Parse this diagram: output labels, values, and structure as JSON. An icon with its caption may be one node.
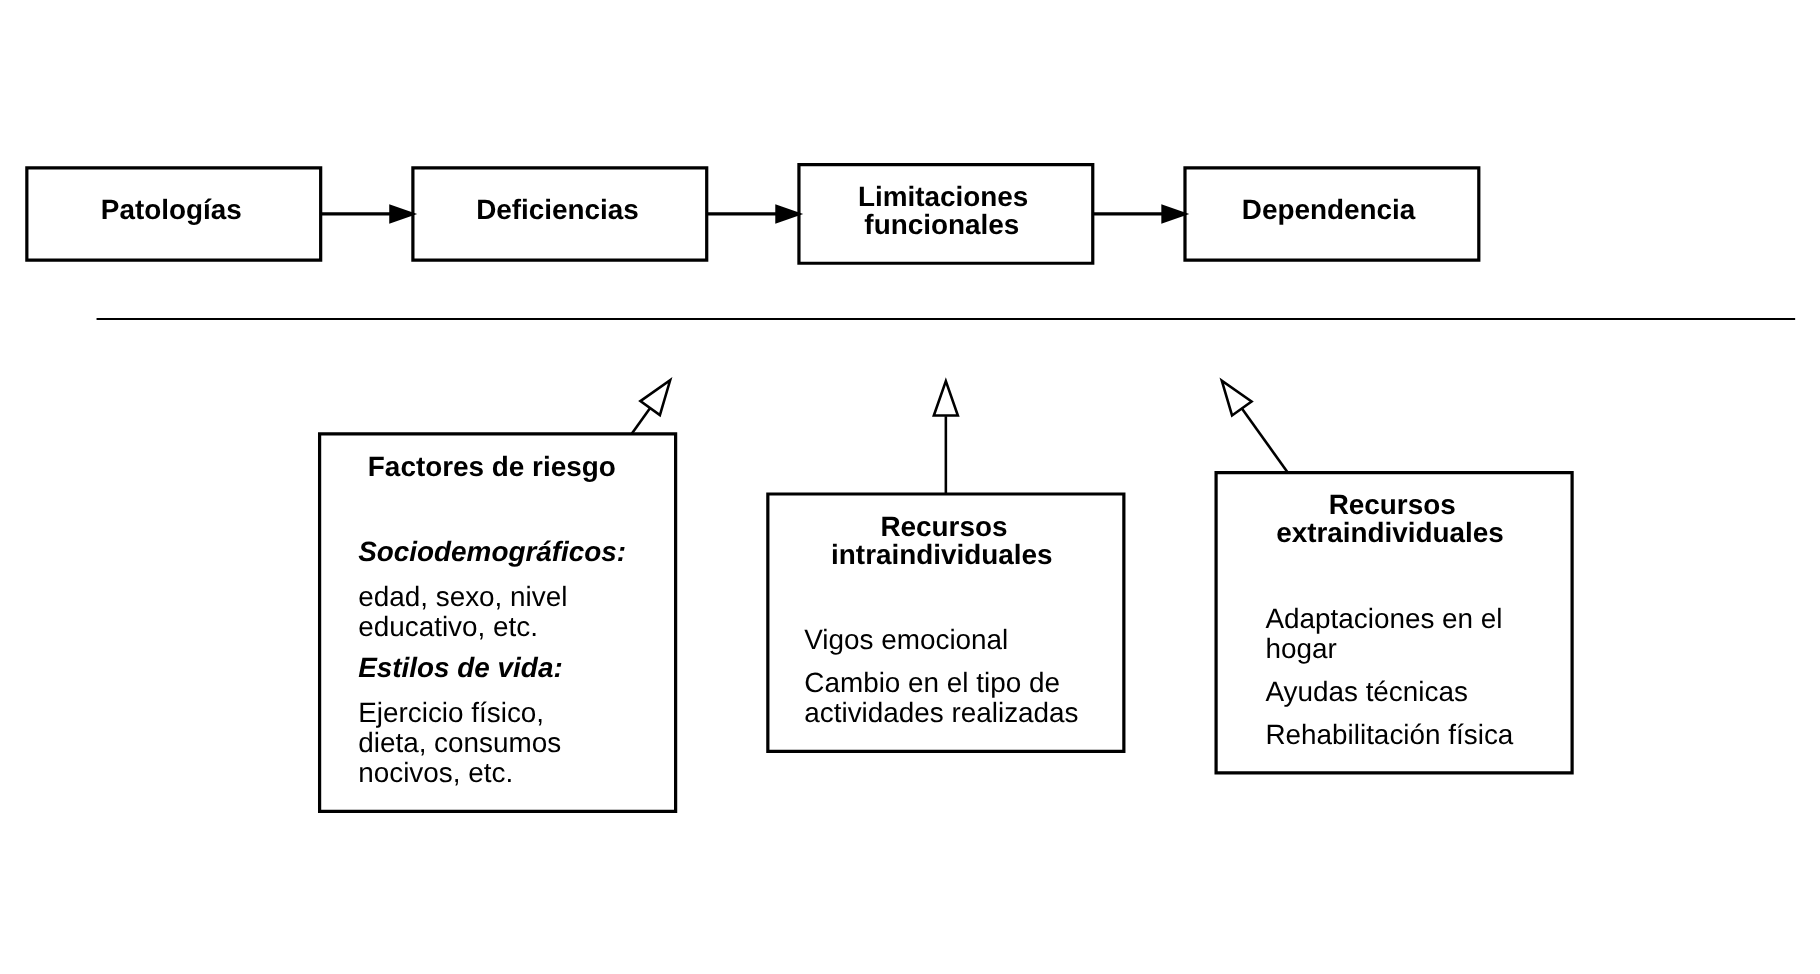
{
  "diagram": {
    "nodes": [
      {
        "text": [
          "Patologías"
        ]
      },
      {
        "text": [
          "Deficiencias"
        ]
      },
      {
        "text": [
          "Limitaciones funcionales"
        ]
      },
      {
        "text": [
          "Dependencia"
        ]
      },
      {
        "text": [
          "Factores de riesgo",
          "Sociodemográficos:",
          "edad, sexo, nivel educativo, etc.",
          "Estilos de vida:",
          "Ejercicio físico, dieta, consumos nocivos, etc."
        ]
      },
      {
        "text": [
          "Recursos intraindividuales",
          "Vigos emocional",
          "Cambio en el tipo de actividades realizadas"
        ]
      },
      {
        "text": [
          "Recursos extraindividuales",
          "Adaptaciones en el hogar",
          "Ayudas técnicas",
          "Rehabilitación física"
        ]
      }
    ],
    "edges": [
      {
        "from": 0,
        "to": 1,
        "arrow": "to"
      },
      {
        "from": 1,
        "to": 2,
        "arrow": "to"
      },
      {
        "from": 2,
        "to": 3,
        "arrow": "to"
      },
      {
        "from": 4,
        "to": null,
        "arrow": "to"
      },
      {
        "from": 5,
        "to": null,
        "arrow": "to"
      },
      {
        "from": 6,
        "to": null,
        "arrow": "to"
      }
    ]
  }
}
